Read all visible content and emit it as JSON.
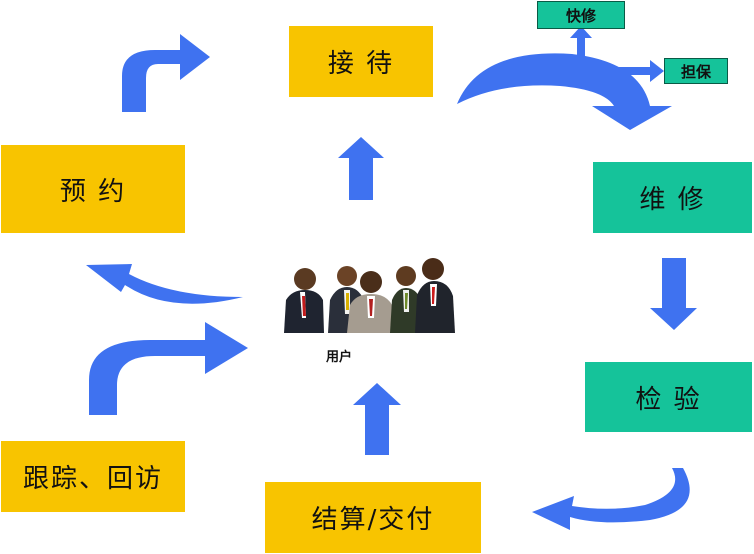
{
  "steps": {
    "reception": "接 待",
    "appointment": "预 约",
    "repair": "维  修",
    "inspection": "检  验",
    "settlement": "结算/交付",
    "followup": "跟踪、回访"
  },
  "branches": {
    "quick_repair": "快修",
    "warranty": "担保"
  },
  "center": {
    "user": "用户",
    "image": "people-illustration"
  },
  "colors": {
    "step_yellow": "#f8c400",
    "step_teal": "#15c39a",
    "arrow_blue": "#3f72f0"
  }
}
